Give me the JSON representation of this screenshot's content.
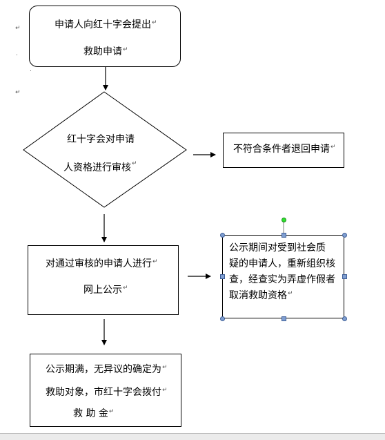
{
  "nodes": {
    "apply": {
      "line1": "申请人向红十字会提出",
      "line2": "救助申请"
    },
    "review": {
      "line1": "红十字会对申请",
      "line2": "人资格进行审核"
    },
    "reject": {
      "line1": "不符合条件者退回申请"
    },
    "publicize": {
      "line1": "对通过审核的申请人进行",
      "line2": "网上公示"
    },
    "objection": {
      "line1": "公示期间对受到社会质",
      "line2": "疑的申请人，重新组织核",
      "line3": "查，经查实为弄虚作假者",
      "line4": "取消救助资格"
    },
    "result": {
      "line1": "公示期满，无异议的确定为",
      "line2": "救助对象，市红十字会拨付",
      "line3": "救 助 金"
    }
  },
  "marks": {
    "return": "↵"
  }
}
